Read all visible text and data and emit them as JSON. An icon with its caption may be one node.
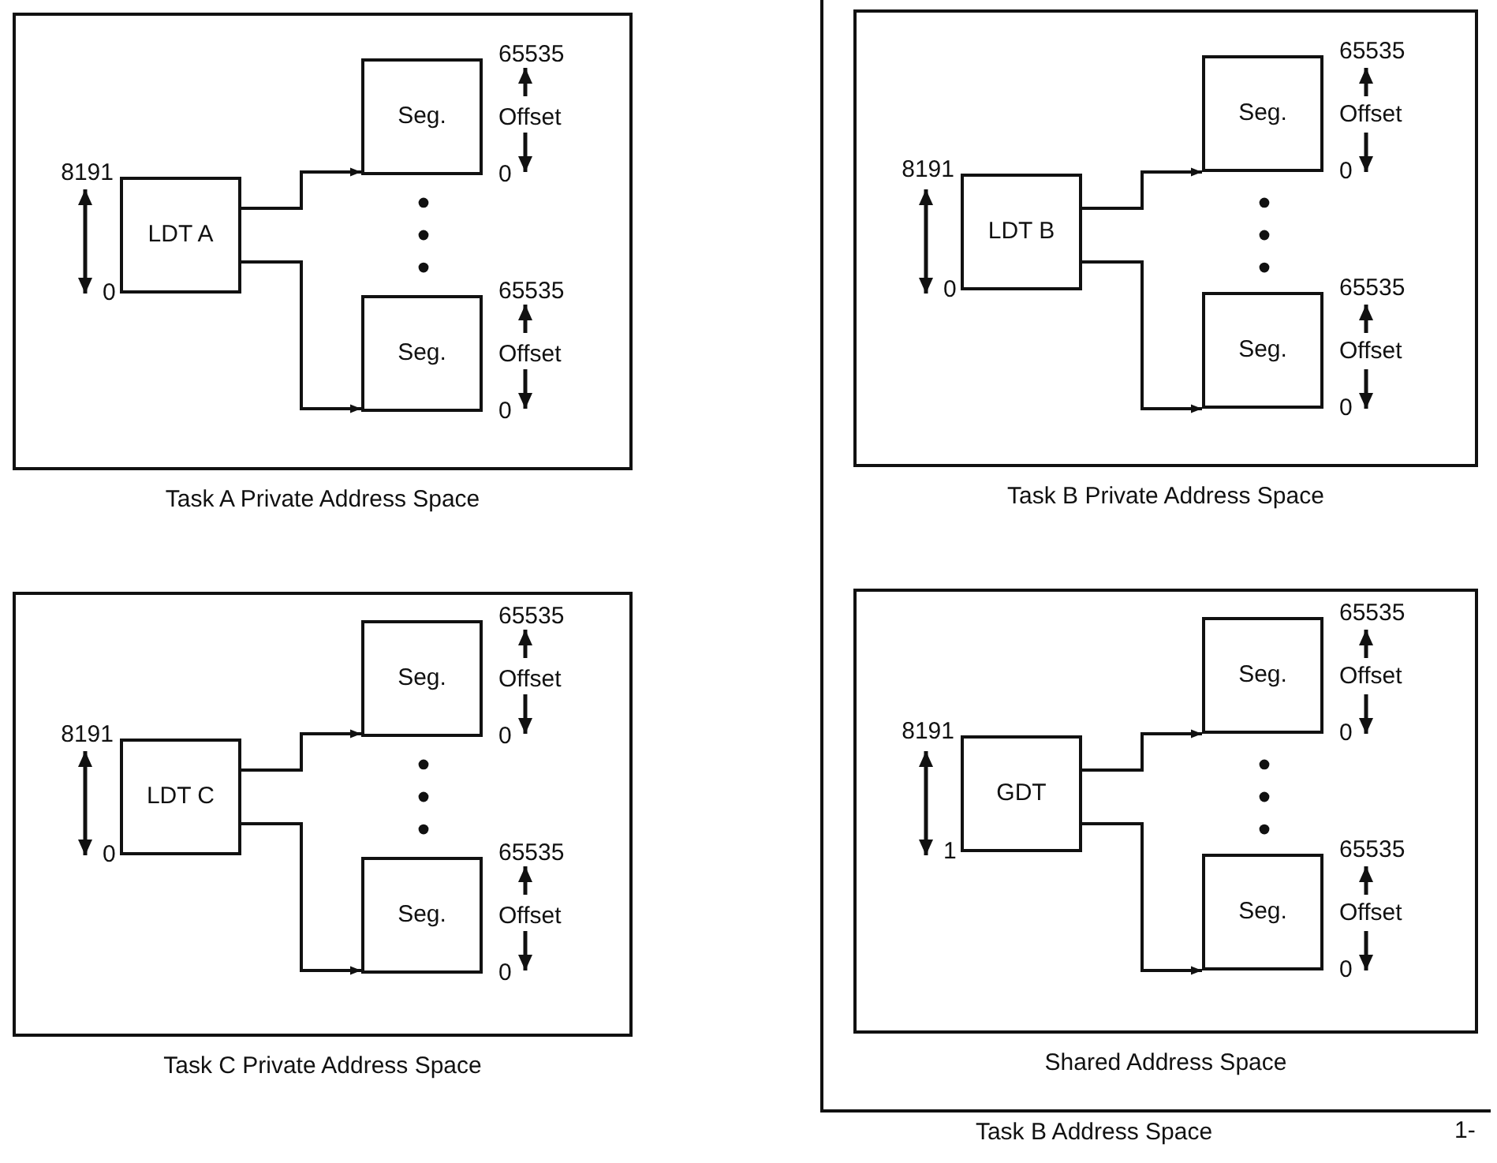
{
  "diagram": {
    "nodes": [
      {
        "text": [
          "Task A Private Address Space"
        ]
      },
      {
        "text": [
          "LDT A"
        ],
        "in": 0,
        "beside": [
          "8191",
          "0"
        ]
      },
      {
        "text": [
          "Seg."
        ],
        "in": 0,
        "beside": [
          "65535",
          "Offset",
          "0"
        ]
      },
      {
        "text": [
          "Seg."
        ],
        "in": 0,
        "beside": [
          "65535",
          "Offset",
          "0"
        ]
      },
      {
        "text": [
          "Task B Address Space"
        ]
      },
      {
        "text": [
          "Task B Private Address Space"
        ],
        "in": 4
      },
      {
        "text": [
          "LDT B"
        ],
        "in": 5,
        "beside": [
          "8191",
          "0"
        ]
      },
      {
        "text": [
          "Seg."
        ],
        "in": 5,
        "beside": [
          "65535",
          "Offset",
          "0"
        ]
      },
      {
        "text": [
          "Seg."
        ],
        "in": 5,
        "beside": [
          "65535",
          "Offset",
          "0"
        ]
      },
      {
        "text": [
          "Shared Address Space"
        ],
        "in": 4
      },
      {
        "text": [
          "GDT"
        ],
        "in": 9,
        "beside": [
          "8191",
          "1"
        ]
      },
      {
        "text": [
          "Seg."
        ],
        "in": 9,
        "beside": [
          "65535",
          "Offset",
          "0"
        ]
      },
      {
        "text": [
          "Seg."
        ],
        "in": 9,
        "beside": [
          "65535",
          "Offset",
          "0"
        ]
      },
      {
        "text": [
          "Task C Private Address Space"
        ]
      },
      {
        "text": [
          "LDT C"
        ],
        "in": 13,
        "beside": [
          "8191",
          "0"
        ]
      },
      {
        "text": [
          "Seg."
        ],
        "in": 13,
        "beside": [
          "65535",
          "Offset",
          "0"
        ]
      },
      {
        "text": [
          "Seg."
        ],
        "in": 13,
        "beside": [
          "65535",
          "Offset",
          "0"
        ]
      }
    ],
    "edges": [
      {
        "from": 1,
        "to": 2,
        "arrow": "to"
      },
      {
        "from": 1,
        "to": 3,
        "arrow": "to"
      },
      {
        "from": 6,
        "to": 7,
        "arrow": "to"
      },
      {
        "from": 6,
        "to": 8,
        "arrow": "to"
      },
      {
        "from": 10,
        "to": 11,
        "arrow": "to"
      },
      {
        "from": 10,
        "to": 12,
        "arrow": "to"
      },
      {
        "from": 14,
        "to": 15,
        "arrow": "to"
      },
      {
        "from": 14,
        "to": 16,
        "arrow": "to"
      }
    ],
    "labels": [
      "1-"
    ]
  }
}
